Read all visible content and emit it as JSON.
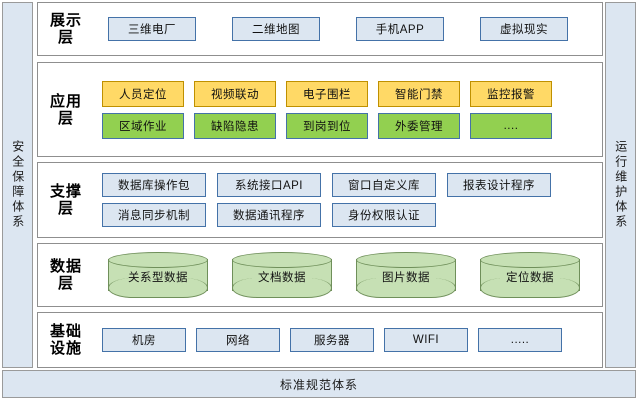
{
  "diagram": {
    "left_rail": {
      "label": "安全保障体系"
    },
    "right_rail": {
      "label": "运行维护体系"
    },
    "bottom_band": {
      "label": "标准规范体系"
    },
    "layers": [
      {
        "id": "display",
        "label": "展示\n层",
        "rows": [
          {
            "style": "blue",
            "items": [
              "三维电厂",
              "二维地图",
              "手机APP",
              "虚拟现实"
            ]
          }
        ]
      },
      {
        "id": "app",
        "label": "应用\n层",
        "rows": [
          {
            "style": "orange",
            "items": [
              "人员定位",
              "视频联动",
              "电子围栏",
              "智能门禁",
              "监控报警"
            ]
          },
          {
            "style": "green",
            "items": [
              "区域作业",
              "缺陷隐患",
              "到岗到位",
              "外委管理",
              "...."
            ]
          }
        ]
      },
      {
        "id": "support",
        "label": "支撑\n层",
        "rows": [
          {
            "style": "blue",
            "items": [
              "数据库操作包",
              "系统接口API",
              "窗口自定义库",
              "报表设计程序"
            ]
          },
          {
            "style": "blue",
            "items": [
              "消息同步机制",
              "数据通讯程序",
              "身份权限认证"
            ]
          }
        ]
      },
      {
        "id": "data",
        "label": "数据\n层",
        "rows": [
          {
            "style": "cylinder",
            "items": [
              "关系型数据",
              "文档数据",
              "图片数据",
              "定位数据"
            ]
          }
        ]
      },
      {
        "id": "infra",
        "label": "基础\n设施",
        "rows": [
          {
            "style": "blue",
            "items": [
              "机房",
              "网络",
              "服务器",
              "WIFI",
              "....."
            ]
          }
        ]
      }
    ]
  },
  "colors": {
    "rail_fill": "#dce6f1",
    "rail_border": "#9a9a9a",
    "panel_border": "#8f8f8f",
    "node_blue_fill": "#dce6f1",
    "node_blue_border": "#4472a8",
    "node_orange_fill": "#ffd966",
    "node_orange_border": "#bf9000",
    "node_green_fill": "#92d050",
    "node_green_border": "#4472a8",
    "cylinder_fill": "#c6e0b4",
    "cylinder_border": "#6f8f5a"
  }
}
